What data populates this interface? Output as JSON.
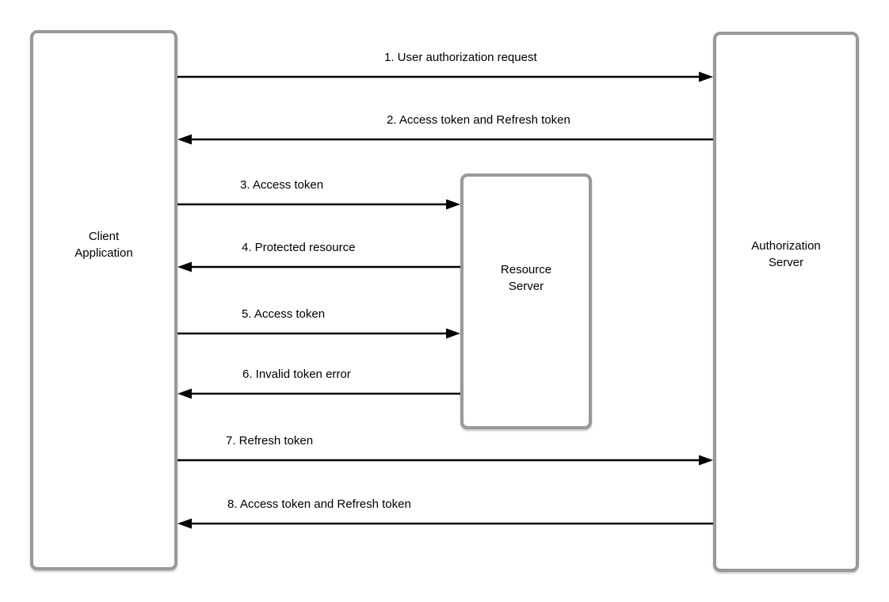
{
  "diagram_type": "sequence-flow",
  "colors": {
    "background": "#ffffff",
    "node_border": "#999999",
    "node_fill": "#ffffff",
    "arrow": "#000000",
    "text": "#000000"
  },
  "nodes": [
    {
      "id": "client-application",
      "label": "Client\nApplication"
    },
    {
      "id": "resource-server",
      "label": "Resource\nServer"
    },
    {
      "id": "authorization-server",
      "label": "Authorization\nServer"
    }
  ],
  "arrows": [
    {
      "step": 1,
      "label": "1. User authorization request",
      "from": "client-application",
      "to": "authorization-server"
    },
    {
      "step": 2,
      "label": "2. Access token and Refresh token",
      "from": "authorization-server",
      "to": "client-application"
    },
    {
      "step": 3,
      "label": "3. Access token",
      "from": "client-application",
      "to": "resource-server"
    },
    {
      "step": 4,
      "label": "4. Protected resource",
      "from": "resource-server",
      "to": "client-application"
    },
    {
      "step": 5,
      "label": "5. Access token",
      "from": "client-application",
      "to": "resource-server"
    },
    {
      "step": 6,
      "label": "6. Invalid token error",
      "from": "resource-server",
      "to": "client-application"
    },
    {
      "step": 7,
      "label": "7. Refresh token",
      "from": "client-application",
      "to": "authorization-server"
    },
    {
      "step": 8,
      "label": "8. Access token and Refresh token",
      "from": "authorization-server",
      "to": "client-application"
    }
  ]
}
